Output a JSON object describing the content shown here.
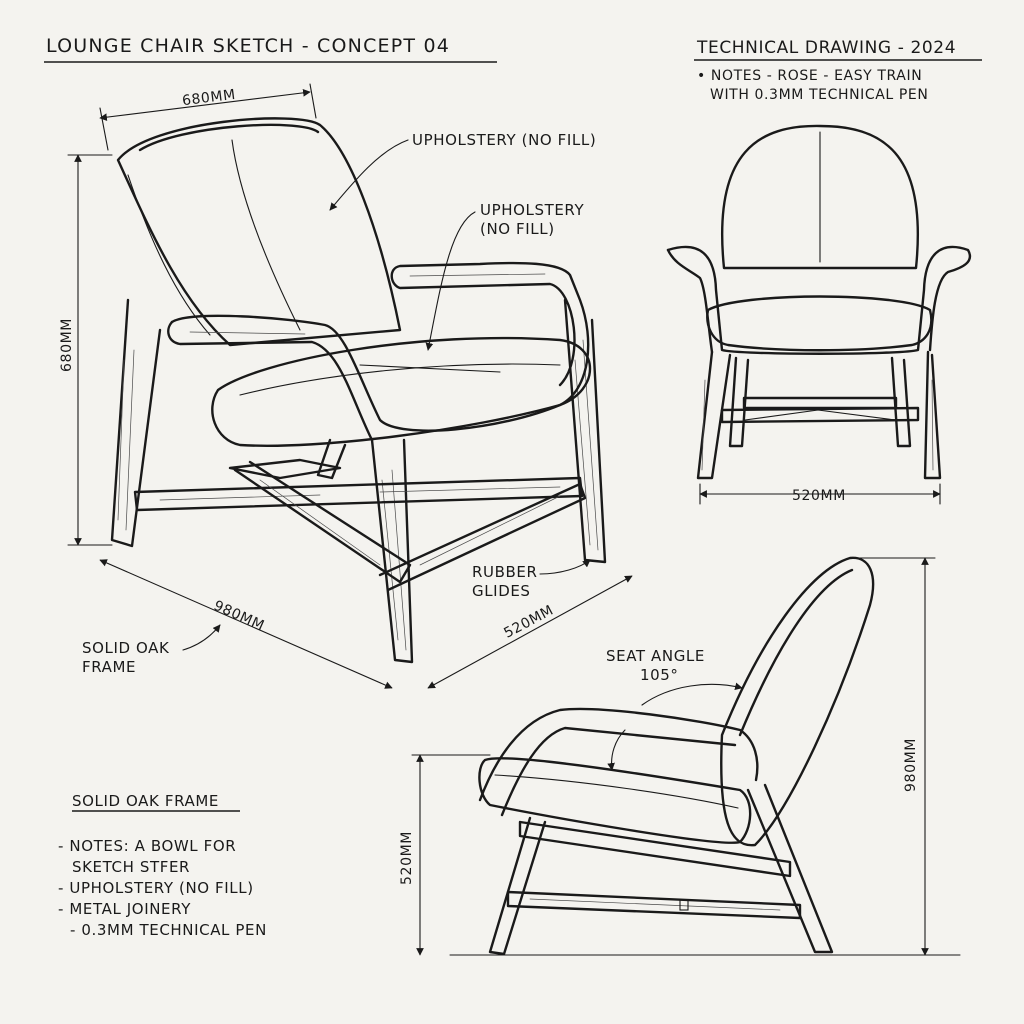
{
  "header": {
    "title": "LOUNGE CHAIR SKETCH - CONCEPT 04",
    "subtitle": "TECHNICAL DRAWING - 2024",
    "subtitle_notes": [
      "• NOTES - ROSE - EASY TRAIN",
      "WITH 0.3MM TECHNICAL PEN"
    ]
  },
  "perspective_view": {
    "dim_width": "680MM",
    "dim_height": "680MM",
    "dim_length": "980MM",
    "dim_depth": "520MM",
    "callout_upholstery_back": "UPHOLSTERY (NO FILL)",
    "callout_upholstery_seat": [
      "UPHOLSTERY",
      "(NO FILL)"
    ],
    "callout_glides": [
      "RUBBER",
      "GLIDES"
    ],
    "callout_frame": [
      "SOLID OAK",
      "FRAME"
    ]
  },
  "front_view": {
    "dim_width": "520MM"
  },
  "side_view": {
    "seat_angle": [
      "SEAT ANGLE",
      "105°"
    ],
    "dim_seat_height": "520MM",
    "dim_height": "980MM"
  },
  "notes_panel": {
    "heading": "SOLID OAK FRAME",
    "items": [
      "- NOTES: A BOWL FOR",
      "  SKETCH STFER",
      "- UPHOLSTERY (NO FILL)",
      "- METAL JOINERY",
      "  - 0.3MM TECHNICAL PEN"
    ]
  },
  "colors": {
    "ink": "#1a1a1a",
    "paper": "#f4f3ef"
  },
  "icons": [
    "leader-arrow-icon",
    "dimension-tick-icon"
  ]
}
